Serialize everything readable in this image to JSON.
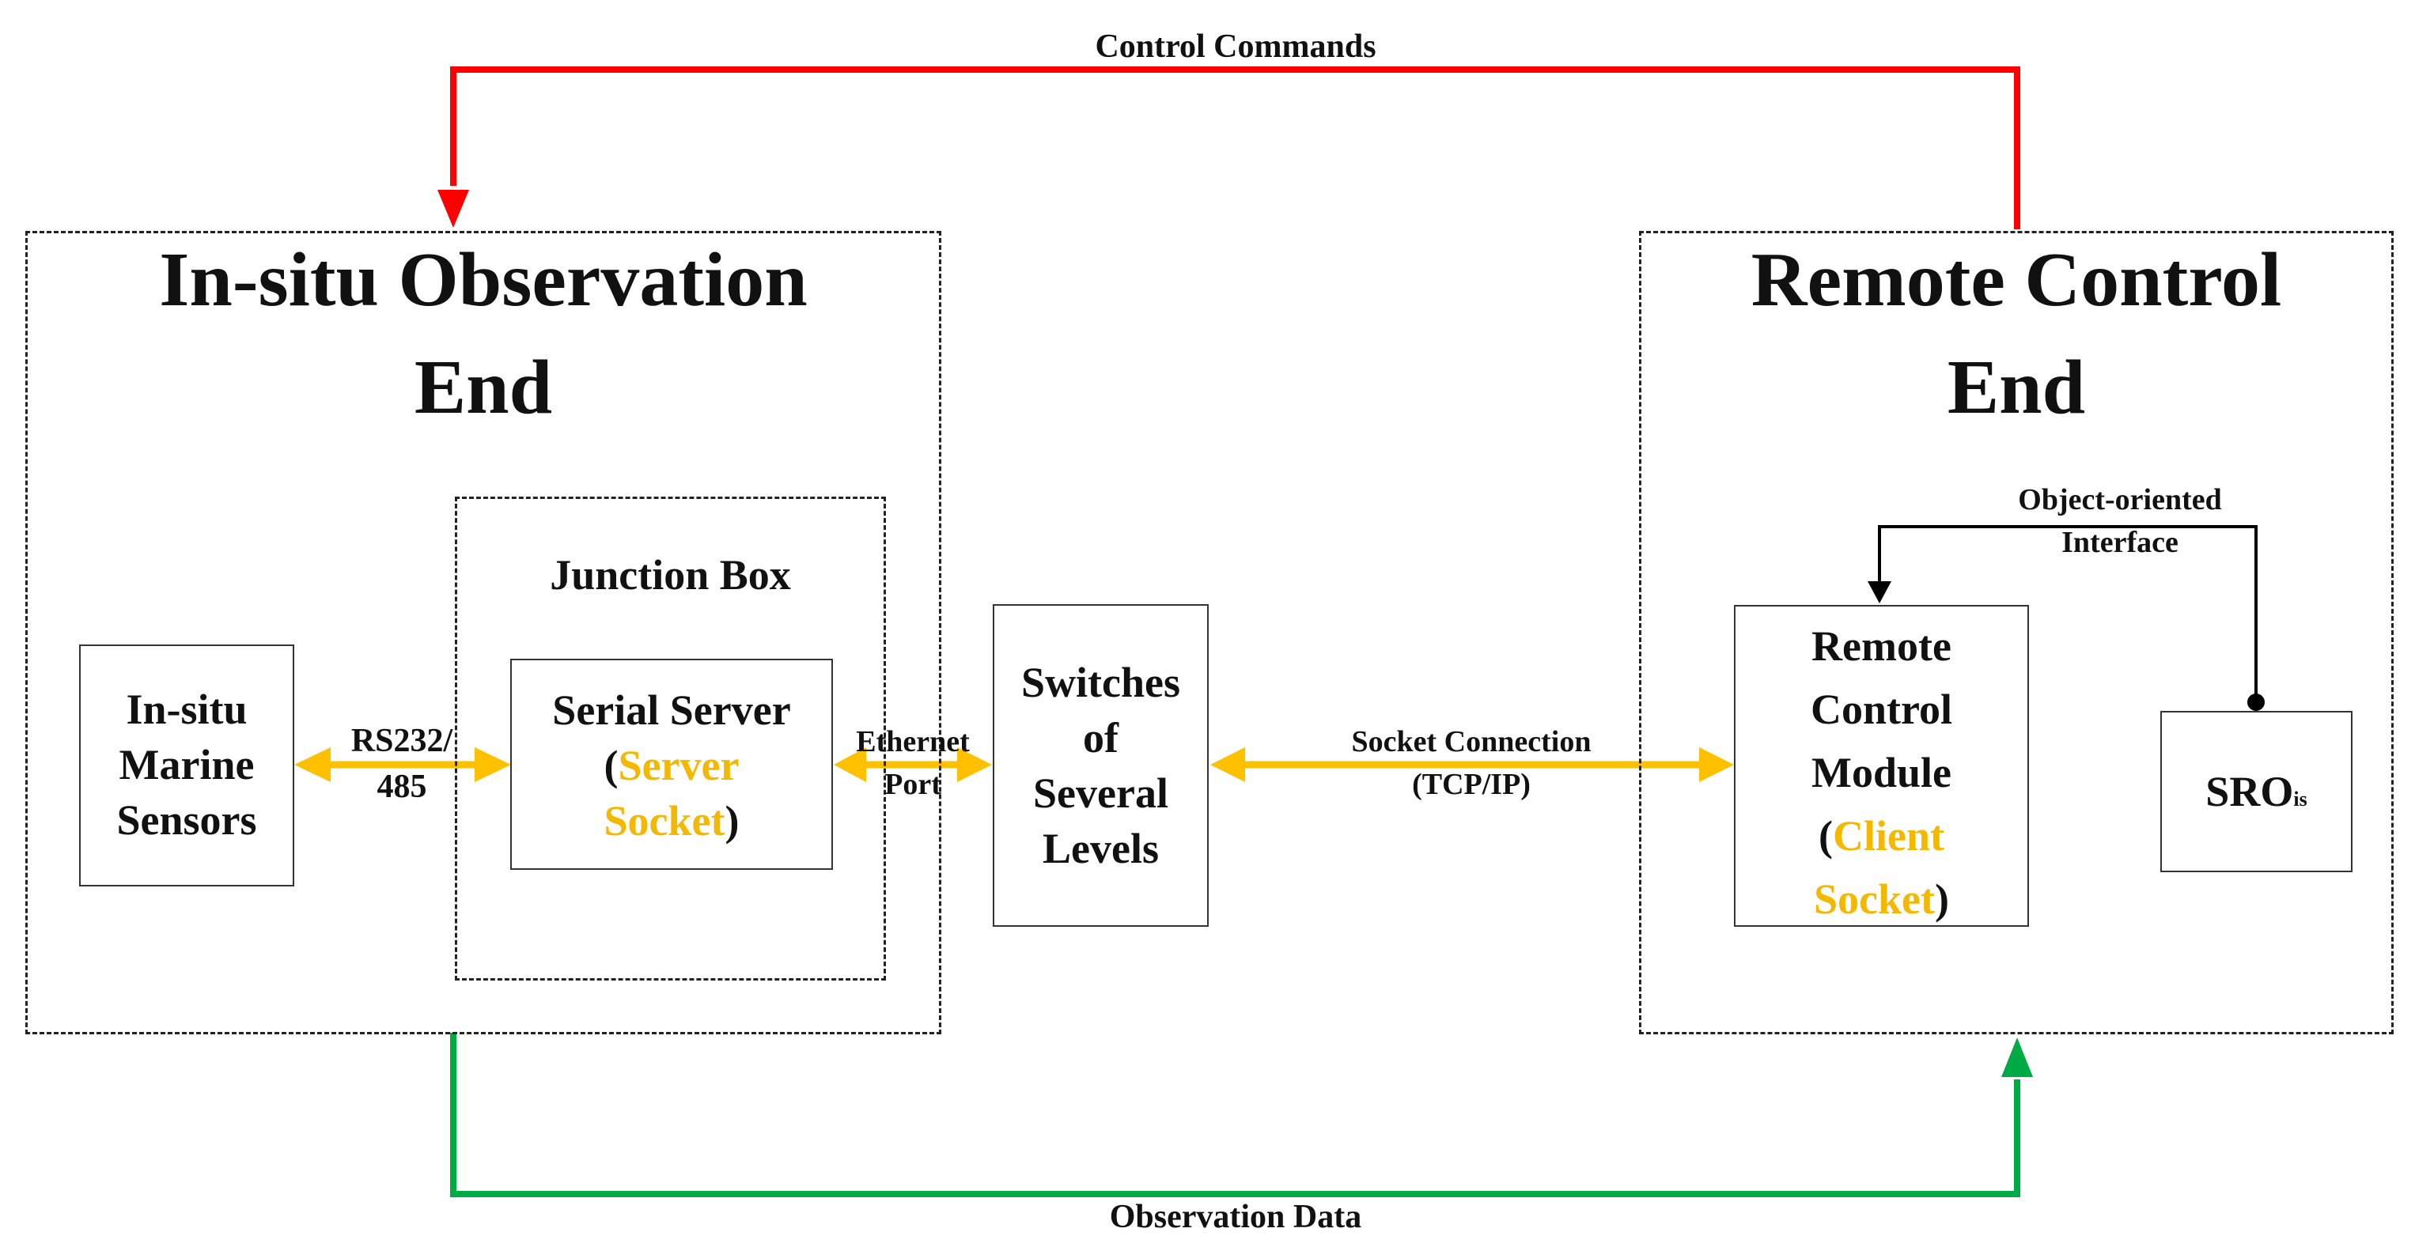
{
  "top_link": {
    "label": "Control Commands",
    "color": "#ff0000"
  },
  "bottom_link": {
    "label": "Observation Data",
    "color": "#00aa44"
  },
  "arrow_color": "#ffc000",
  "left_zone": {
    "title_line1": "In-situ Observation",
    "title_line2": "End"
  },
  "right_zone": {
    "title_line1": "Remote Control",
    "title_line2": "End"
  },
  "junction_box": {
    "title": "Junction Box"
  },
  "sensors": {
    "line1": "In-situ",
    "line2": "Marine",
    "line3": "Sensors"
  },
  "rs_link": {
    "line1": "RS232/",
    "line2": "485"
  },
  "serial_server": {
    "line1": "Serial Server",
    "open": "(",
    "sub1": "Server",
    "sub2": "Socket",
    "close": ")"
  },
  "ethernet_link": {
    "line1": "Ethernet",
    "line2": "Port"
  },
  "switches": {
    "line1": "Switches",
    "line2": "of",
    "line3": "Several",
    "line4": "Levels"
  },
  "socket_link": {
    "line1": "Socket Connection",
    "line2": "(TCP/IP)"
  },
  "remote_module": {
    "line1": "Remote",
    "line2": "Control",
    "line3": "Module",
    "open": "(",
    "sub1": "Client",
    "sub2": "Socket",
    "close": ")"
  },
  "interface_link": {
    "line1": "Object-oriented",
    "line2": "Interface"
  },
  "sro": {
    "main": "SRO",
    "sub": "is"
  }
}
